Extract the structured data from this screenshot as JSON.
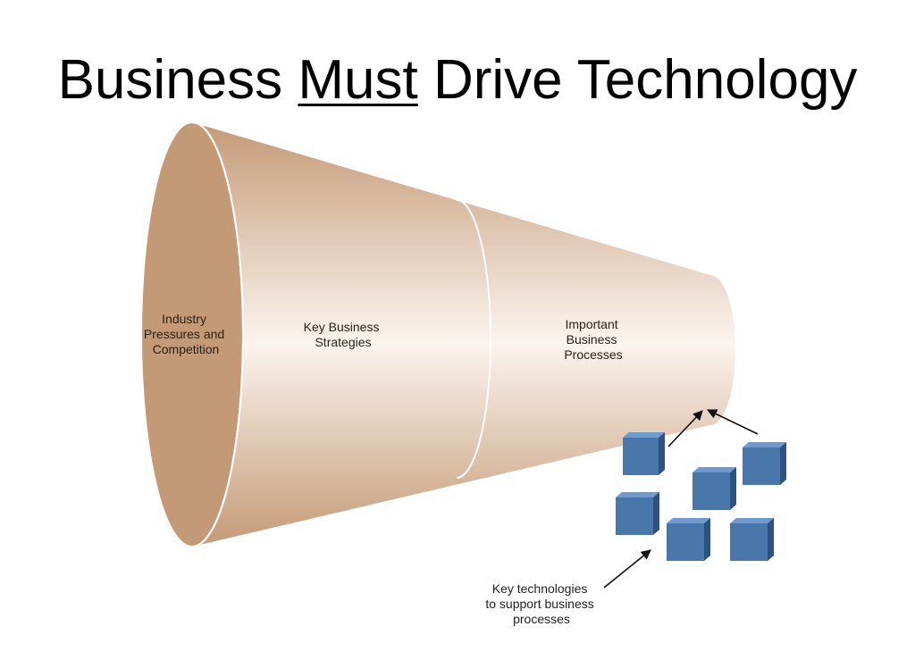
{
  "title": {
    "before": "Business ",
    "emphasis": "Must",
    "after": " Drive Technology"
  },
  "funnel": {
    "sections": [
      {
        "lines": [
          "Industry",
          "Pressures and",
          "Competition"
        ]
      },
      {
        "lines": [
          "Key Business",
          "Strategies"
        ]
      },
      {
        "lines": [
          "Important",
          "Business",
          "Processes"
        ]
      }
    ],
    "colors": {
      "dark": "#c49a76",
      "light": "#fbf4ee",
      "divider": "#ffffff"
    }
  },
  "technologies": {
    "caption_lines": [
      "Key technologies",
      "to support business",
      "processes"
    ],
    "cube_count": 6,
    "colors": {
      "front": "#4a77aa",
      "top": "#6f9ad0",
      "side": "#2c5282"
    }
  }
}
